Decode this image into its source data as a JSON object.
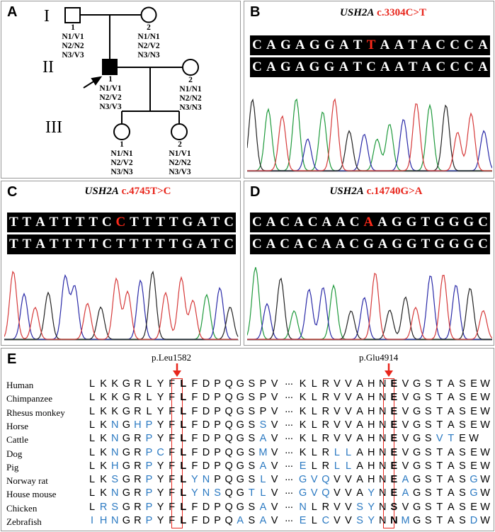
{
  "panelA": {
    "label": "A",
    "generations": [
      "I",
      "II",
      "III"
    ],
    "individuals": [
      {
        "id": "1",
        "genotype": "N1/V1\nN2/N2\nN3/V3"
      },
      {
        "id": "2",
        "genotype": "N1/N1\nN2/V2\nN3/N3"
      },
      {
        "id": "1",
        "genotype": "N1/V1\nN2/V2\nN3/V3"
      },
      {
        "id": "2",
        "genotype": "N1/N1\nN2/N2\nN3/N3"
      },
      {
        "id": "1",
        "genotype": "N1/N1\nN2/V2\nN3/N3"
      },
      {
        "id": "2",
        "genotype": "N1/V1\nN2/N2\nN3/V3"
      }
    ]
  },
  "panelB": {
    "label": "B",
    "gene": "USH2A",
    "mutation": "c.3304C>T",
    "mutant_seq": [
      "C",
      "A",
      "G",
      "A",
      "G",
      "G",
      "A",
      "T",
      "T",
      "A",
      "A",
      "T",
      "A",
      "C",
      "C",
      "C",
      "A"
    ],
    "mutant_index": 8,
    "ref_seq": [
      "C",
      "A",
      "G",
      "A",
      "G",
      "G",
      "A",
      "T",
      "C",
      "A",
      "A",
      "T",
      "A",
      "C",
      "C",
      "C",
      "A"
    ]
  },
  "panelC": {
    "label": "C",
    "gene": "USH2A",
    "mutation": "c.4745T>C",
    "mutant_seq": [
      "T",
      "T",
      "A",
      "T",
      "T",
      "T",
      "T",
      "C",
      "C",
      "T",
      "T",
      "T",
      "T",
      "G",
      "A",
      "T",
      "C"
    ],
    "mutant_index": 8,
    "ref_seq": [
      "T",
      "T",
      "A",
      "T",
      "T",
      "T",
      "T",
      "C",
      "T",
      "T",
      "T",
      "T",
      "T",
      "G",
      "A",
      "T",
      "C"
    ]
  },
  "panelD": {
    "label": "D",
    "gene": "USH2A",
    "mutation": "c.14740G>A",
    "mutant_seq": [
      "C",
      "A",
      "C",
      "A",
      "C",
      "A",
      "A",
      "C",
      "A",
      "A",
      "G",
      "G",
      "T",
      "G",
      "G",
      "G",
      "C"
    ],
    "mutant_index": 8,
    "ref_seq": [
      "C",
      "A",
      "C",
      "A",
      "C",
      "A",
      "A",
      "C",
      "G",
      "A",
      "G",
      "G",
      "T",
      "G",
      "G",
      "G",
      "C"
    ]
  },
  "panelE": {
    "label": "E",
    "site1": "p.Leu1582",
    "site2": "p.Glu4914",
    "dots": "···",
    "rows": [
      {
        "species": "Human",
        "left": "LKKGRLYFLFDPQGSPV",
        "right": "KLRVVAHNEVGSTASEW",
        "lv": "",
        "rv": ""
      },
      {
        "species": "Chimpanzee",
        "left": "LKKGRLYFLFDPQGSPV",
        "right": "KLRVVAHNEVGSTASEW",
        "lv": "",
        "rv": ""
      },
      {
        "species": "Rhesus monkey",
        "left": "LKKGRLYFLFDPQGSPV",
        "right": "KLRVVAHNEVGSTASEW",
        "lv": "",
        "rv": ""
      },
      {
        "species": "Horse",
        "left": "LKNGHPYFLFDPQGSSV",
        "right": "KLRVVAHNEVGSTASEW",
        "lv": "2,4,5,15",
        "rv": ""
      },
      {
        "species": "Cattle",
        "left": "LKNGRPYFLFDPQGSAV",
        "right": "KLRVVAHNEVGSVTEW",
        "lv": "2,5,15",
        "rv": "12,13"
      },
      {
        "species": "Dog",
        "left": "LKNGRPCFLFDPQGSMV",
        "right": "KLRLLAHNEVGSTASEW",
        "lv": "2,5,6,15",
        "rv": "3,4"
      },
      {
        "species": "Pig",
        "left": "LKHGRPYFLFDPQGSAV",
        "right": "ELRLLAHNEVGSTASEW",
        "lv": "2,5,15",
        "rv": "0,3,4"
      },
      {
        "species": "Norway rat",
        "left": "LKSGRPYFLYNPQGSLV",
        "right": "GVQVVAHNEAGSTASGW",
        "lv": "2,5,9,10,15",
        "rv": "0,1,2,9,15"
      },
      {
        "species": "House mouse",
        "left": "LKNGRPYFLYNSQGTLV",
        "right": "GVQVVAYNEAGSTASGW",
        "lv": "2,5,9,10,11,14,15",
        "rv": "0,1,2,6,9,15"
      },
      {
        "species": "Chicken",
        "left": "LRSGRPYFLFDPQGSAV",
        "right": "NLRVVSYNSVGSTASEW",
        "lv": "1,2,5,15",
        "rv": "0,5,6,8"
      },
      {
        "species": "Zebrafish",
        "left": "IHNGRPYFLFDPQASAV",
        "right": "ELCVVSYNNMGSTASDW",
        "lv": "0,1,2,5,13,15",
        "rv": "0,2,5,6,8,9,15"
      }
    ]
  }
}
